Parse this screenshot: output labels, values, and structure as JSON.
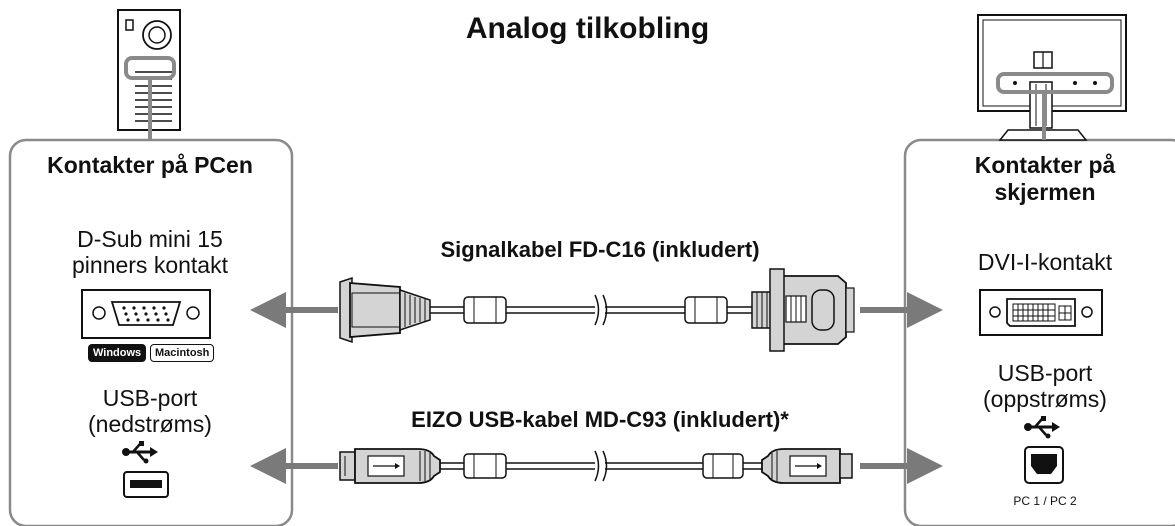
{
  "title": "Analog tilkobling",
  "left_panel": {
    "heading": "Kontakter på PCen",
    "dsub_label": "D-Sub mini 15 pinners kontakt",
    "badges": [
      "Windows",
      "Macintosh"
    ],
    "usb_label": "USB-port (nedstrøms)"
  },
  "right_panel": {
    "heading": "Kontakter på skjermen",
    "dvi_label": "DVI-I-kontakt",
    "usb_label": "USB-port (oppstrøms)",
    "pc_label": "PC 1 / PC 2"
  },
  "cables": {
    "signal_label": "Signalkabel FD-C16 (inkludert)",
    "usb_label": "EIZO USB-kabel MD-C93 (inkludert)*"
  },
  "colors": {
    "panel_border": "#8a8a8a",
    "arrow": "#7a7a7a",
    "cable_fill": "#d4d4d4",
    "line": "#111111"
  }
}
